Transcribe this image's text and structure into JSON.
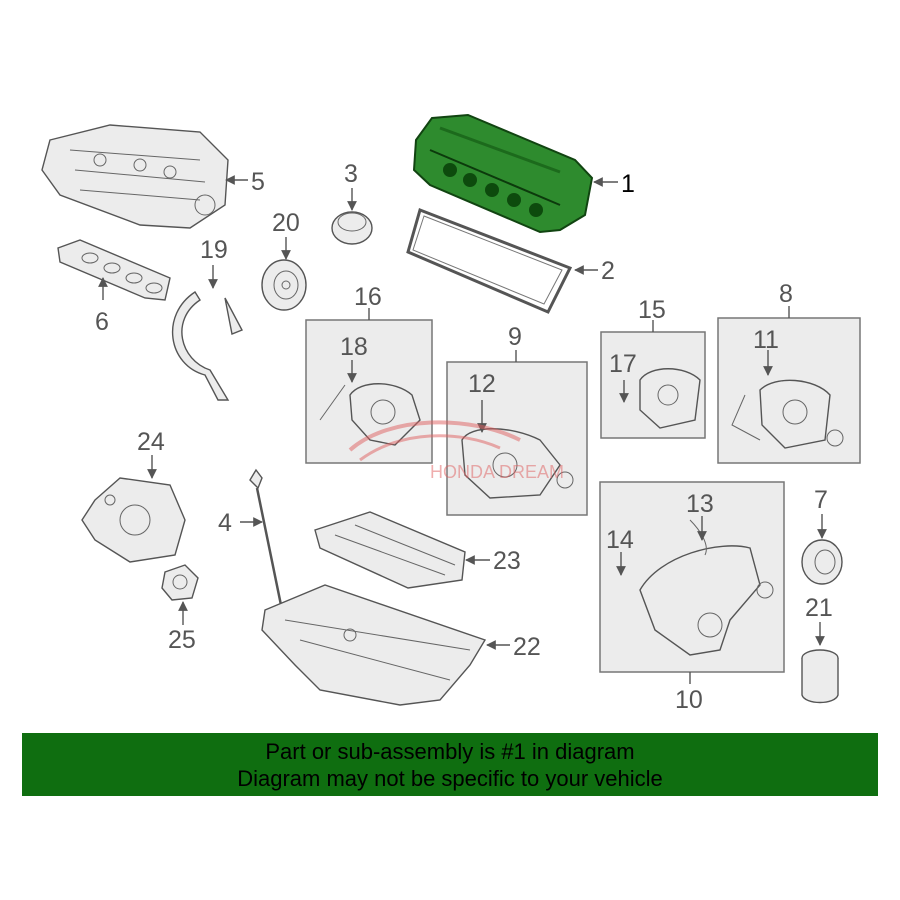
{
  "callouts": {
    "c1": "1",
    "c2": "2",
    "c3": "3",
    "c4": "4",
    "c5": "5",
    "c6": "6",
    "c7": "7",
    "c8": "8",
    "c9": "9",
    "c10": "10",
    "c11": "11",
    "c12": "12",
    "c13": "13",
    "c14": "14",
    "c15": "15",
    "c16": "16",
    "c17": "17",
    "c18": "18",
    "c19": "19",
    "c20": "20",
    "c21": "21",
    "c22": "22",
    "c23": "23",
    "c24": "24",
    "c25": "25"
  },
  "watermark": "HONDA DREAM",
  "highlight_color": "#2e8b2e",
  "banner": {
    "line1": "Part or sub-assembly is #1 in diagram",
    "line2": "Diagram may not be specific to your vehicle",
    "background": "#0f6e10"
  }
}
